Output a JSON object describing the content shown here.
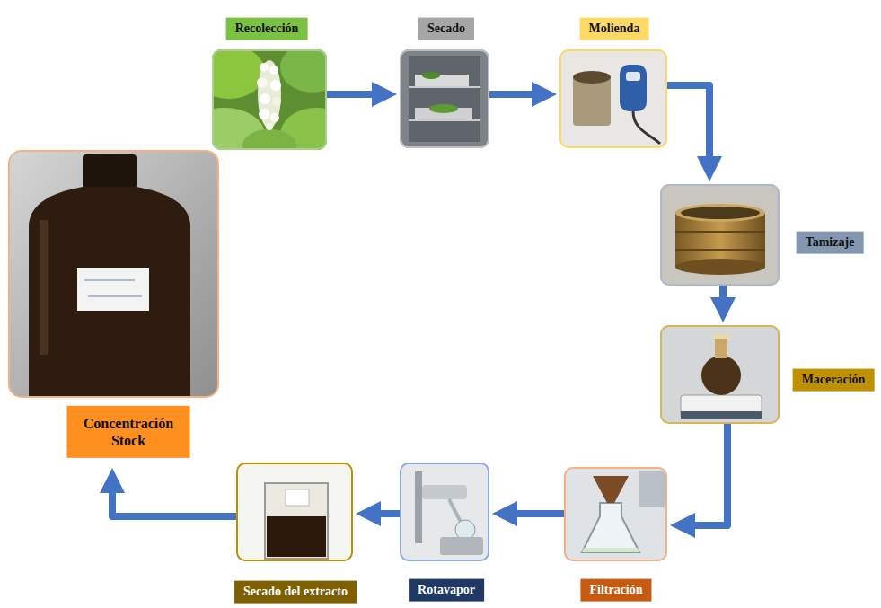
{
  "diagram": {
    "nodes": [
      {
        "text": [
          "Recolección"
        ]
      },
      {
        "text": [
          "Secado"
        ]
      },
      {
        "text": [
          "Molienda"
        ]
      },
      {
        "text": [
          "Tamizaje"
        ]
      },
      {
        "text": [
          "Maceración"
        ]
      },
      {
        "text": [
          "Filtración"
        ]
      },
      {
        "text": [
          "Rotavapor"
        ]
      },
      {
        "text": [
          "Secado del extracto"
        ]
      },
      {
        "text": [
          "Concentración Stock"
        ]
      }
    ],
    "edges": [
      {
        "from": 0,
        "to": 1,
        "arrow": "to"
      },
      {
        "from": 1,
        "to": 2,
        "arrow": "to"
      },
      {
        "from": 2,
        "to": 3,
        "arrow": "to"
      },
      {
        "from": 3,
        "to": 4,
        "arrow": "to"
      },
      {
        "from": 4,
        "to": 5,
        "arrow": "to"
      },
      {
        "from": 5,
        "to": 6,
        "arrow": "to"
      },
      {
        "from": 6,
        "to": 7,
        "arrow": "to"
      },
      {
        "from": 7,
        "to": 8,
        "arrow": "to"
      }
    ]
  }
}
